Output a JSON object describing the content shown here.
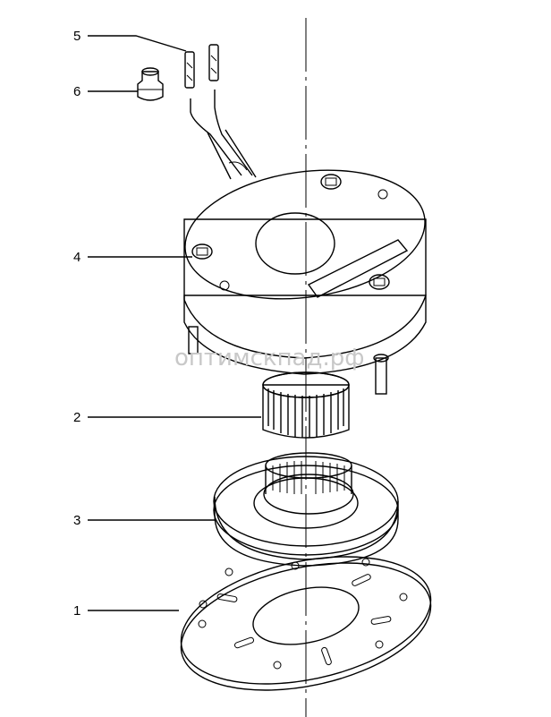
{
  "callouts": {
    "c1": "1",
    "c2": "2",
    "c3": "3",
    "c4": "4",
    "c5": "5",
    "c6": "6"
  },
  "watermark": "оптимскпад.рф"
}
